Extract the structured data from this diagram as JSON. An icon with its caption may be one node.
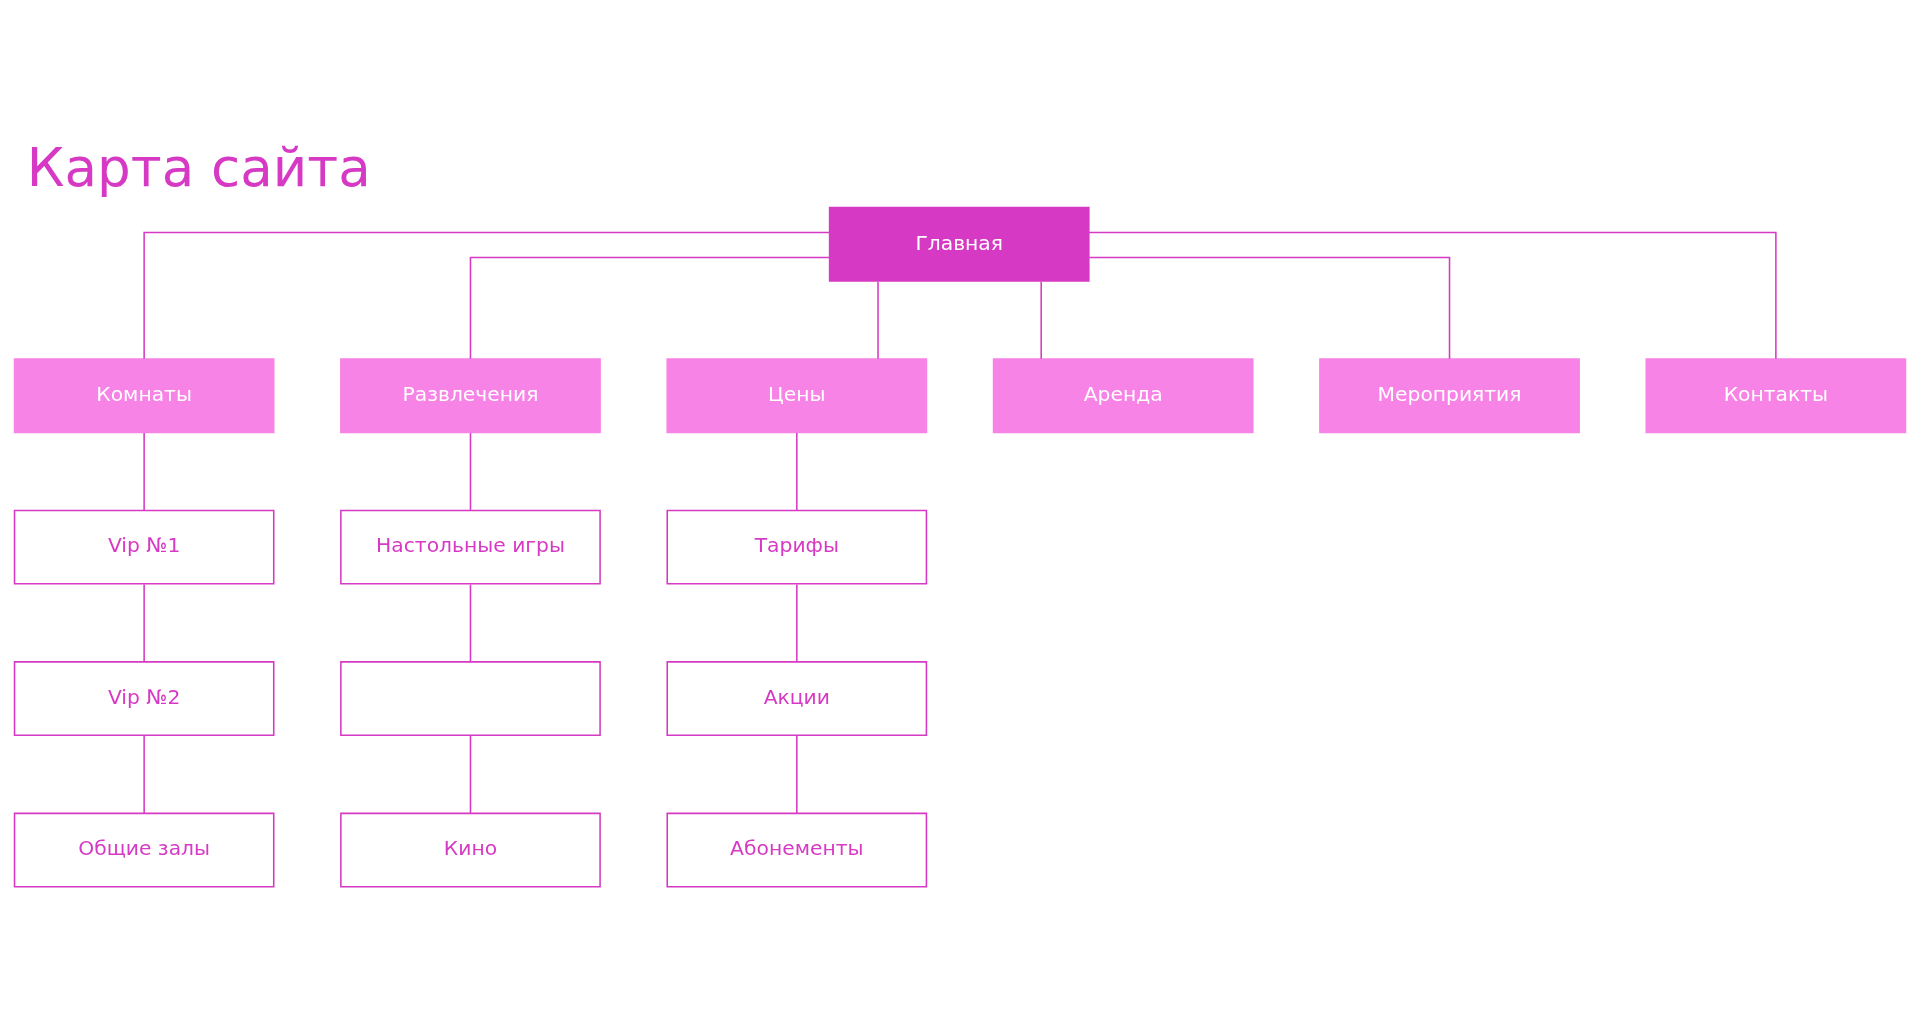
{
  "diagram": {
    "title": "Карта сайта",
    "nodes": [
      {
        "text": [
          "Главная"
        ]
      },
      {
        "text": [
          "Комнаты"
        ]
      },
      {
        "text": [
          "Развлечения"
        ]
      },
      {
        "text": [
          "Цены"
        ]
      },
      {
        "text": [
          "Аренда"
        ]
      },
      {
        "text": [
          "Мероприятия"
        ]
      },
      {
        "text": [
          "Контакты"
        ]
      },
      {
        "text": [
          "Vip №1"
        ]
      },
      {
        "text": [
          "Vip №2"
        ]
      },
      {
        "text": [
          "Общие залы"
        ]
      },
      {
        "text": [
          "Настольные игры"
        ]
      },
      {
        "text": [],
        "shape": "box"
      },
      {
        "text": [
          "Кино"
        ]
      },
      {
        "text": [
          "Тарифы"
        ]
      },
      {
        "text": [
          "Акции"
        ]
      },
      {
        "text": [
          "Абонементы"
        ]
      }
    ],
    "edges": [
      {
        "from": 0,
        "to": 1,
        "arrow": "none"
      },
      {
        "from": 0,
        "to": 2,
        "arrow": "none"
      },
      {
        "from": 0,
        "to": 3,
        "arrow": "none"
      },
      {
        "from": 0,
        "to": 4,
        "arrow": "none"
      },
      {
        "from": 0,
        "to": 5,
        "arrow": "none"
      },
      {
        "from": 0,
        "to": 6,
        "arrow": "none"
      },
      {
        "from": 1,
        "to": 7,
        "arrow": "none"
      },
      {
        "from": 7,
        "to": 8,
        "arrow": "none"
      },
      {
        "from": 8,
        "to": 9,
        "arrow": "none"
      },
      {
        "from": 2,
        "to": 10,
        "arrow": "none"
      },
      {
        "from": 10,
        "to": 11,
        "arrow": "none"
      },
      {
        "from": 11,
        "to": 12,
        "arrow": "none"
      },
      {
        "from": 3,
        "to": 13,
        "arrow": "none"
      },
      {
        "from": 13,
        "to": 14,
        "arrow": "none"
      },
      {
        "from": 14,
        "to": 15,
        "arrow": "none"
      }
    ]
  }
}
